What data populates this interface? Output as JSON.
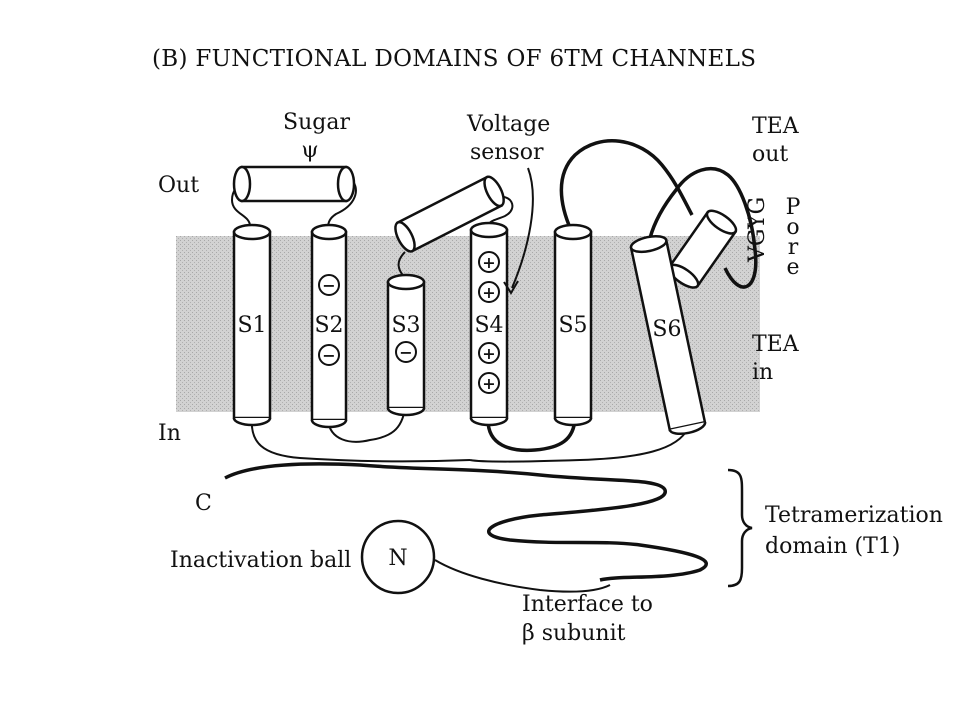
{
  "title": "(B)  FUNCTIONAL DOMAINS OF 6TM CHANNELS",
  "labels": {
    "sugar": "Sugar",
    "psi": "ψ",
    "out": "Out",
    "in": "In",
    "voltage_sensor_1": "Voltage",
    "voltage_sensor_2": "sensor",
    "tea_out_1": "TEA",
    "tea_out_2": "out",
    "tea_in_1": "TEA",
    "tea_in_2": "in",
    "vgyg": "VGYG",
    "pore_letters": [
      "P",
      "o",
      "r",
      "e"
    ],
    "c_terminus": "C",
    "n_terminus": "N",
    "inactivation_ball": "Inactivation ball",
    "tetramerization_1": "Tetramerization",
    "tetramerization_2": "domain (T1)",
    "interface_1": "Interface to",
    "interface_2": "β subunit"
  },
  "segments": [
    "S1",
    "S2",
    "S3",
    "S4",
    "S5",
    "S6"
  ],
  "charges": {
    "S2": [
      "−",
      "−"
    ],
    "S3": [
      "−"
    ],
    "S4": [
      "+",
      "+",
      "+",
      "+"
    ]
  },
  "colors": {
    "membrane": "#c9c9c9",
    "ink": "#111111"
  }
}
